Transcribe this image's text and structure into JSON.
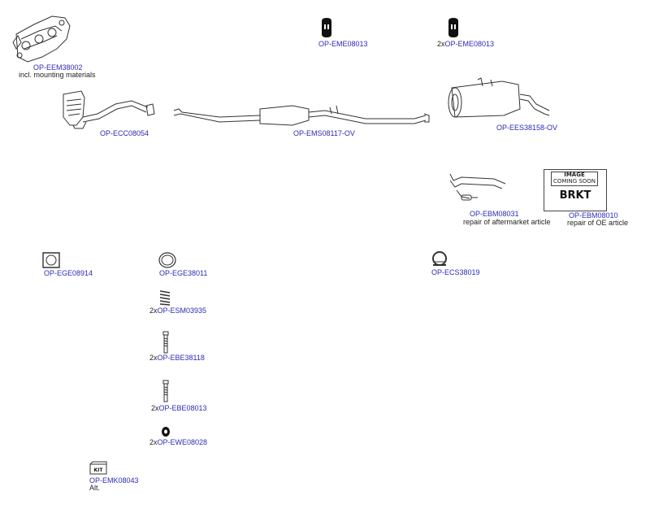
{
  "parts": {
    "manifold": {
      "code": "OP-EEM38002",
      "note": "incl. mounting materials"
    },
    "rubber_mount_1": {
      "code": "OP-EME08013"
    },
    "rubber_mount_2": {
      "qty": "2x",
      "code": "OP-EME08013"
    },
    "catalytic_converter": {
      "code": "OP-ECC08054"
    },
    "middle_silencer": {
      "code": "OP-EMS08117-OV"
    },
    "rear_silencer": {
      "code": "OP-EES38158-OV"
    },
    "bracket_aftermarket": {
      "code": "OP-EBM08031",
      "note": "repair of aftermarket article"
    },
    "bracket_oe": {
      "code": "OP-EBM08010",
      "note": "repair of OE article",
      "image_line1": "IMAGE",
      "image_line2": "COMING SOON",
      "image_text": "BRKT"
    },
    "gasket_square": {
      "code": "OP-EGE08914"
    },
    "gasket_ring": {
      "code": "OP-EGE38011"
    },
    "clamp": {
      "code": "OP-ECS38019"
    },
    "spring": {
      "qty": "2x",
      "code": "OP-ESM03935"
    },
    "bolt_1": {
      "qty": "2x",
      "code": "OP-EBE38118"
    },
    "bolt_2": {
      "qty": "2x",
      "code": "OP-EBE08013"
    },
    "washer": {
      "qty": "2x",
      "code": "OP-EWE08028"
    },
    "kit": {
      "code": "OP-EMK08043",
      "note": "Alt.",
      "badge": "KIT"
    }
  }
}
